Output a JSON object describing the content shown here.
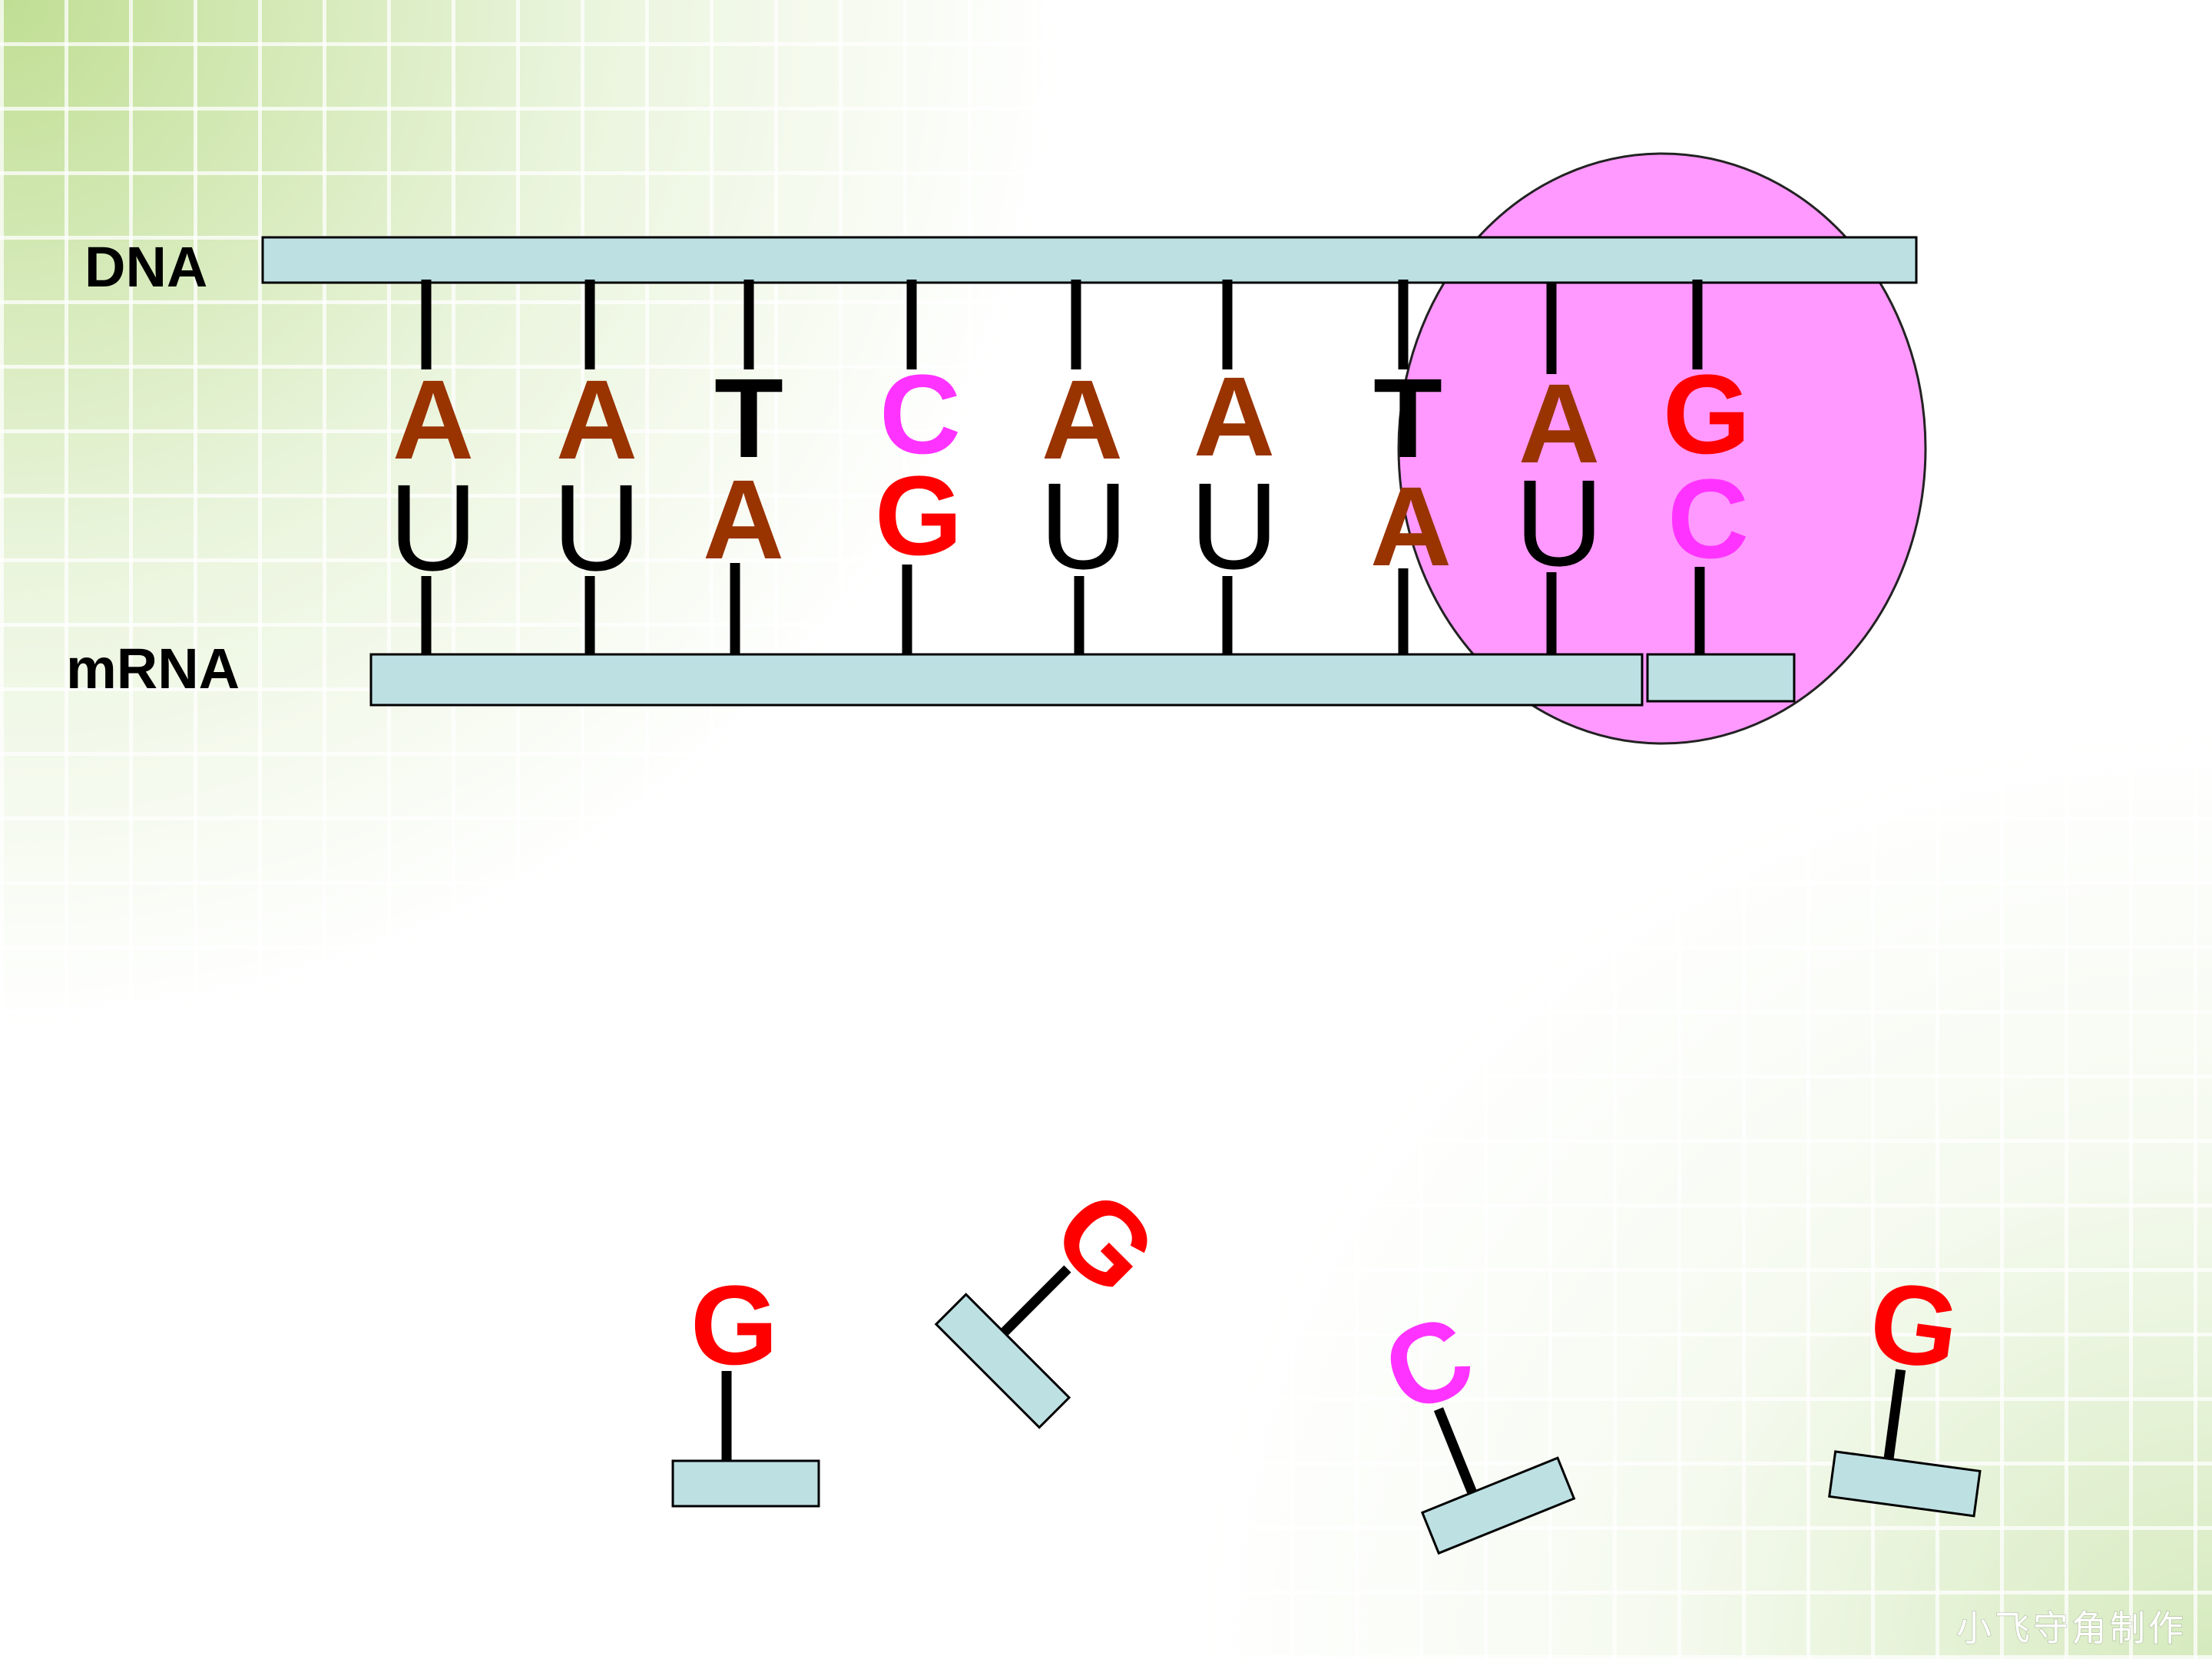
{
  "slide": {
    "labels": {
      "dna": "DNA",
      "mrna": "mRNA"
    },
    "watermark": "小飞守角制作"
  },
  "colors": {
    "adenine": "#993300",
    "thymine": "#000000",
    "uracil": "#000000",
    "cytosine": "#ff33ff",
    "guanine": "#ff0000",
    "strand": "#bde0e3",
    "polymerase": "#ff99ff"
  },
  "dna_strand": {
    "bases": [
      "A",
      "A",
      "T",
      "C",
      "A",
      "A",
      "T",
      "A",
      "G"
    ]
  },
  "mrna_strand": {
    "bases": [
      "U",
      "U",
      "A",
      "G",
      "U",
      "U",
      "A",
      "U",
      "C"
    ]
  },
  "free_nucleotides": [
    "G",
    "G",
    "C",
    "G"
  ]
}
